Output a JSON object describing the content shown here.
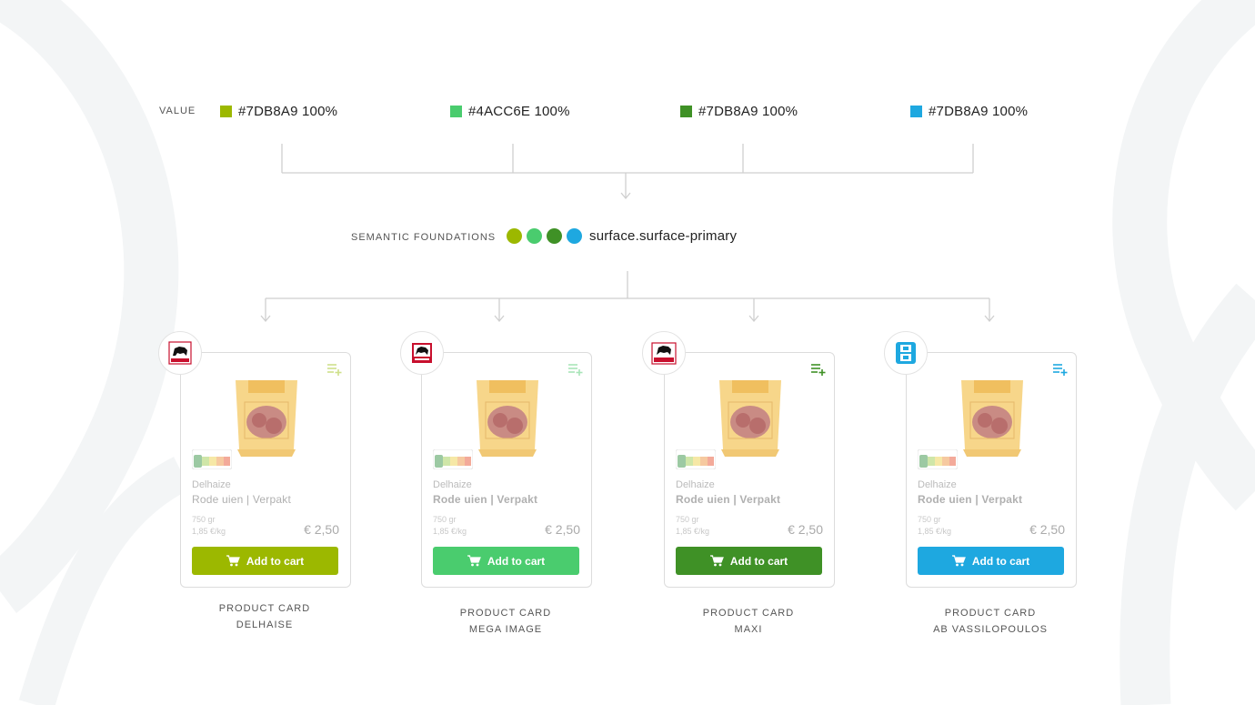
{
  "labels": {
    "value": "VALUE",
    "semantic": "SEMANTIC FOUNDATIONS"
  },
  "values": [
    {
      "text": "#7DB8A9 100%",
      "color": "#9CB800"
    },
    {
      "text": "#4ACC6E 100%",
      "color": "#4ACC6E"
    },
    {
      "text": "#7DB8A9 100%",
      "color": "#3F9126"
    },
    {
      "text": "#7DB8A9 100%",
      "color": "#1EA8E0"
    }
  ],
  "semantic": {
    "token": "surface.surface-primary",
    "dots": [
      "#9CB800",
      "#4ACC6E",
      "#3F9126",
      "#1EA8E0"
    ]
  },
  "cards": [
    {
      "brand": "Delhaize",
      "name": "Rode uien | Verpakt",
      "weight": "750 gr",
      "price_per_kg": "1,85 €/kg",
      "price": "€ 2,50",
      "button": "Add to cart",
      "accent": "#9CB800",
      "icon_color": "#cfe08a",
      "logo": "delhaize-logo",
      "caption_line1": "PRODUCT CARD",
      "caption_line2": "DELHAISE"
    },
    {
      "brand": "Delhaize",
      "name": "Rode uien | Verpakt",
      "weight": "750 gr",
      "price_per_kg": "1,85 €/kg",
      "price": "€ 2,50",
      "button": "Add to cart",
      "accent": "#4ACC6E",
      "icon_color": "#a8e5b8",
      "logo": "mega-image-logo",
      "caption_line1": "PRODUCT CARD",
      "caption_line2": "MEGA IMAGE"
    },
    {
      "brand": "Delhaize",
      "name": "Rode uien | Verpakt",
      "weight": "750 gr",
      "price_per_kg": "1,85 €/kg",
      "price": "€ 2,50",
      "button": "Add to cart",
      "accent": "#3F9126",
      "icon_color": "#3F9126",
      "logo": "maxi-logo",
      "caption_line1": "PRODUCT CARD",
      "caption_line2": "MAXI"
    },
    {
      "brand": "Delhaize",
      "name": "Rode uien | Verpakt",
      "weight": "750 gr",
      "price_per_kg": "1,85 €/kg",
      "price": "€ 2,50",
      "button": "Add to cart",
      "accent": "#1EA8E0",
      "icon_color": "#1EA8E0",
      "logo": "ab-vassilopoulos-logo",
      "caption_line1": "PRODUCT CARD",
      "caption_line2": "AB VASSILOPOULOS"
    }
  ]
}
